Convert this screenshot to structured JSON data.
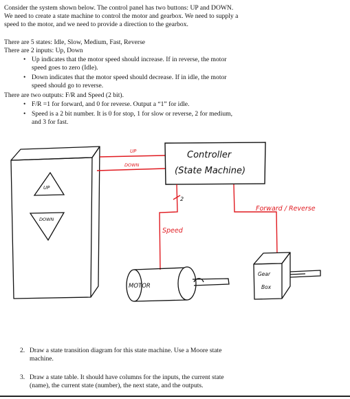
{
  "intro": {
    "line1": "Consider the system shown below.  The control panel has two buttons: UP and DOWN.",
    "line2": "We need to create a state machine to control the motor and gearbox.  We need to supply a",
    "line3": "speed to the motor, and we need to provide a direction to the gearbox."
  },
  "states_line": "There are 5 states: Idle, Slow, Medium, Fast, Reverse",
  "inputs_line": "There are 2 inputs: Up, Down",
  "input_bullets": [
    {
      "line1": "Up indicates that the motor speed should increase.  If in reverse, the motor",
      "line2": "speed goes to zero (Idle)."
    },
    {
      "line1": "Down indicates that the motor speed should decrease.  If in idle, the motor",
      "line2": "speed should go to reverse."
    }
  ],
  "outputs_line": "There are two outputs:  F/R and Speed (2 bit).",
  "output_bullets": [
    {
      "line1": "F/R =1 for forward, and 0 for reverse.  Output a “1” for idle."
    },
    {
      "line1": "Speed is a 2 bit number.  It is 0 for stop, 1 for slow or reverse, 2 for medium,",
      "line2": "and 3 for fast."
    }
  ],
  "bullet_symbol": "•",
  "diagram": {
    "up_wire": "UP",
    "down_wire": "DOWN",
    "up_button": "UP",
    "down_button": "DOWN",
    "controller_line1": "Controller",
    "controller_line2": "(State Machine)",
    "bus_width": "2",
    "speed": "Speed",
    "forward_reverse": "Forward / Reverse",
    "motor": "MOTOR",
    "gearbox_line1": "Gear",
    "gearbox_line2": "Box",
    "wire_color": "#e0191f",
    "ink_color": "#111111"
  },
  "questions": [
    {
      "number": "2.",
      "line1": "Draw a state transition diagram for this state machine.  Use a Moore state",
      "line2": "machine."
    },
    {
      "number": "3.",
      "line1": "Draw a state table.  It should have columns for the inputs, the current state",
      "line2": "(name), the current state (number), the next state, and the outputs."
    }
  ]
}
